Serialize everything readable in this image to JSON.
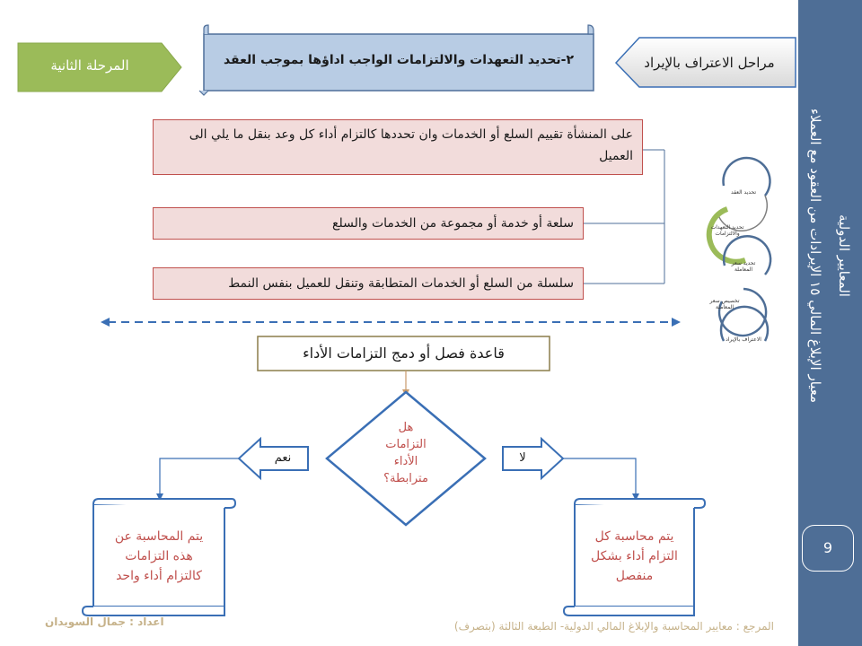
{
  "sidebar": {
    "title_line1": "المعايير الدولية",
    "title_line2": "معيار الإبلاغ المالي ١٥ الإيرادات من العقود مع العملاء",
    "page_number": "9"
  },
  "header": {
    "stage_label": "المرحلة الثانية",
    "step_title": "٢-تحديد التعهدات والالتزامات الواجب اداؤها بموجب العقد",
    "recognition_stages": "مراحل الاعتراف بالإيراد"
  },
  "boxes": {
    "definition": "على المنشأة تقييم السلع أو الخدمات وان تحددها كالتزام أداء كل وعد بنقل ما يلي الى العميل",
    "item1": "سلعة أو خدمة أو مجموعة من الخدمات والسلع",
    "item2": "سلسلة من السلع أو الخدمات المتطابقة وتنقل للعميل بنفس النمط"
  },
  "cycle": {
    "node1": "تحديد العقد",
    "node2": "تحديد التعهدات والالتزامات",
    "node3": "تحديد سعر المعاملة",
    "node4": "تخصيص سعر المعاملة",
    "node5": "الاعتراف بالإيراد"
  },
  "flow": {
    "rule_title": "قاعدة فصل أو دمج التزامات الأداء",
    "question_line1": "هل",
    "question_line2": "التزامات",
    "question_line3": "الأداء",
    "question_line4": "مترابطة؟",
    "yes_label": "نعم",
    "no_label": "لا",
    "yes_result_line1": "يتم المحاسبة عن",
    "yes_result_line2": "هذه التزامات",
    "yes_result_line3": "كالتزام أداء واحد",
    "no_result_line1": "يتم محاسبة كل",
    "no_result_line2": "التزام أداء بشكل",
    "no_result_line3": "منفصل"
  },
  "footer": {
    "reference": "المرجع : معايير المحاسبة والإبلاغ المالي الدولية- الطبعة الثالثة (بتصرف)",
    "author": "اعداد : جمال السويدان"
  },
  "colors": {
    "sidebar": "#4e6e96",
    "stage_green": "#9bbb59",
    "header_blue": "#b8cce4",
    "pink_fill": "#f2dcdb",
    "pink_border": "#c0504d",
    "arrow_blue": "#3a6fb5",
    "cycle_green": "#9bbb59"
  }
}
